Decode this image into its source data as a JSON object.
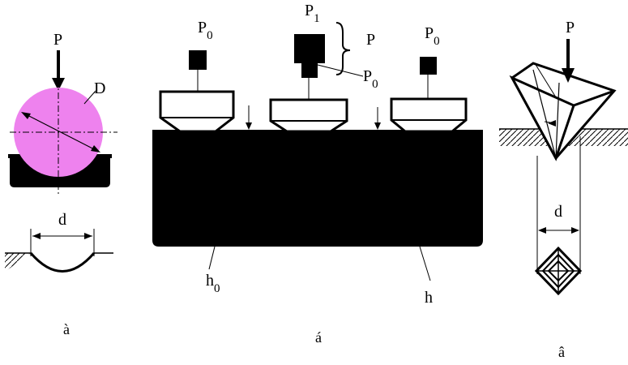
{
  "colors": {
    "ball": "#ee82ee",
    "ink": "#000000",
    "background": "#ffffff"
  },
  "panel_a": {
    "load_label": "P",
    "diameter_label": "D",
    "imprint_label": "d",
    "caption": "à"
  },
  "panel_b": {
    "left_load_main": "P",
    "left_load_sub": "0",
    "mid_load_main": "P",
    "mid_load_sub": "1",
    "total_load_label": "P",
    "mid_preload_main": "P",
    "mid_preload_sub": "0",
    "right_load_main": "P",
    "right_load_sub": "0",
    "depth0_main": "h",
    "depth0_sub": "0",
    "depth_label": "h",
    "caption": "á"
  },
  "panel_c": {
    "load_label": "P",
    "diagonal_label": "d",
    "caption": "â"
  }
}
